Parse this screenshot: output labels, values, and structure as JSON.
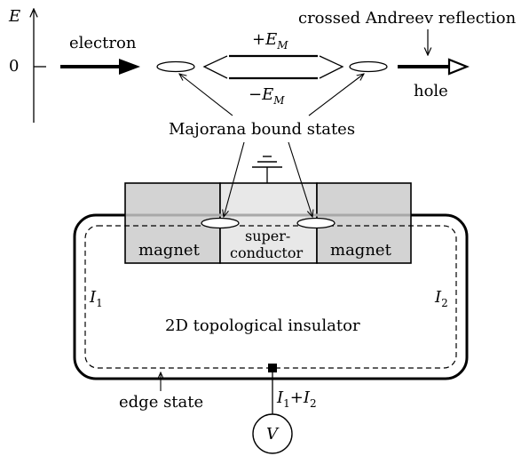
{
  "energy_axis": {
    "axis_label": "E",
    "zero_label": "0"
  },
  "top_schematic": {
    "incoming_label": "electron",
    "outgoing_label": "hole",
    "process_label": "crossed Andreev reflection",
    "upper_level": {
      "sign": "+",
      "symbol": "E",
      "subscript": "M"
    },
    "lower_level": {
      "sign": "−",
      "symbol": "E",
      "subscript": "M"
    },
    "states_label": "Majorana bound states"
  },
  "device": {
    "left_block_label": "magnet",
    "center_block_label_line1": "super-",
    "center_block_label_line2": "conductor",
    "right_block_label": "magnet",
    "substrate_label": "2D topological insulator",
    "left_current": {
      "symbol": "I",
      "subscript": "1"
    },
    "right_current": {
      "symbol": "I",
      "subscript": "2"
    },
    "edge_label": "edge state",
    "lead_current": {
      "sym1": "I",
      "sub1": "1",
      "plus": "+",
      "sym2": "I",
      "sub2": "2"
    },
    "meter_label": "V"
  },
  "colors": {
    "magnet_fill": "#d3d3d3",
    "superconductor_fill": "#e8e8e8",
    "stroke": "#000000"
  }
}
